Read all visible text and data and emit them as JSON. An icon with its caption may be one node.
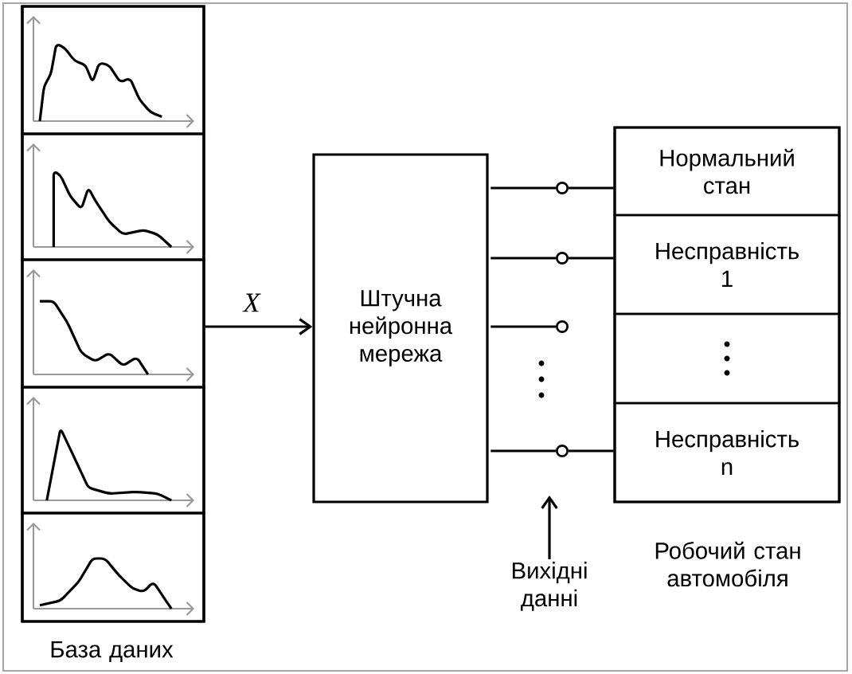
{
  "diagram": {
    "nodes": [
      {
        "text": [
          "База даних"
        ]
      },
      {
        "text": [],
        "shape": "picture",
        "in": 0
      },
      {
        "text": [],
        "shape": "picture",
        "in": 0
      },
      {
        "text": [],
        "shape": "picture",
        "in": 0
      },
      {
        "text": [],
        "shape": "picture",
        "in": 0
      },
      {
        "text": [],
        "shape": "picture",
        "in": 0
      },
      {
        "text": [
          "Штучна нейронна мережа"
        ]
      },
      {
        "text": [],
        "shape": "circle"
      },
      {
        "text": [],
        "shape": "circle"
      },
      {
        "text": [],
        "shape": "circle"
      },
      {
        "text": [],
        "shape": "circle"
      },
      {
        "text": [
          "Робочий стан автомобіля"
        ]
      },
      {
        "text": [
          "Нормальний стан"
        ],
        "in": 11
      },
      {
        "text": [
          "Несправність 1"
        ],
        "in": 11
      },
      {
        "text": [],
        "shape": "box",
        "in": 11
      },
      {
        "text": [
          "Несправність n"
        ],
        "in": 11
      },
      {
        "text": [
          "Вихідні данні"
        ]
      }
    ],
    "edges": [
      {
        "from": 0,
        "to": 6,
        "arrow": "to",
        "label": "X"
      },
      {
        "from": 6,
        "to": 7,
        "arrow": "none"
      },
      {
        "from": 6,
        "to": 8,
        "arrow": "none"
      },
      {
        "from": 6,
        "to": 9,
        "arrow": "none"
      },
      {
        "from": 6,
        "to": 10,
        "arrow": "none"
      },
      {
        "from": 7,
        "to": 12,
        "arrow": "none"
      },
      {
        "from": 8,
        "to": 13,
        "arrow": "none"
      },
      {
        "from": 10,
        "to": 15,
        "arrow": "none"
      },
      {
        "from": 16,
        "to": null,
        "arrow": "to"
      }
    ]
  }
}
